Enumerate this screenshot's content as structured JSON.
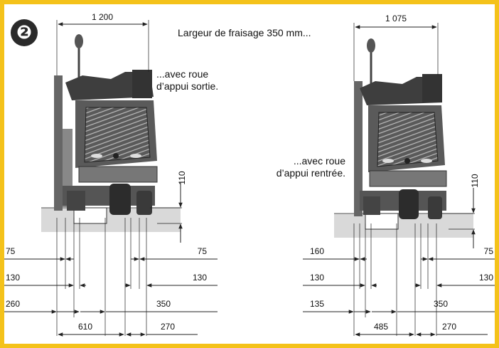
{
  "badge": "❷",
  "captions": {
    "title": "Largeur de fraisage 350 mm...",
    "wheel_out": "...avec roue d’appui sortie.",
    "wheel_in": "...avec roue d’appui rentrée."
  },
  "left": {
    "overall": "1 200",
    "height": "110",
    "rows": [
      {
        "left": "75",
        "right": "75"
      },
      {
        "left": "130",
        "right": "130"
      },
      {
        "left": "260",
        "right": "350"
      },
      {
        "left": "610",
        "right": "270"
      }
    ]
  },
  "right": {
    "overall": "1 075",
    "height": "110",
    "rows": [
      {
        "left": "160",
        "right": "75"
      },
      {
        "left": "130",
        "right": "130"
      },
      {
        "left": "135",
        "right": "350"
      },
      {
        "left": "485",
        "right": "270"
      }
    ]
  },
  "colors": {
    "border": "#f4c21a",
    "ground": "#d9d9d9",
    "machine": "#4a4a4a"
  },
  "icons": {
    "badge": "circled-number-two-icon",
    "machine": "milling-machine-rear-view-icon"
  }
}
